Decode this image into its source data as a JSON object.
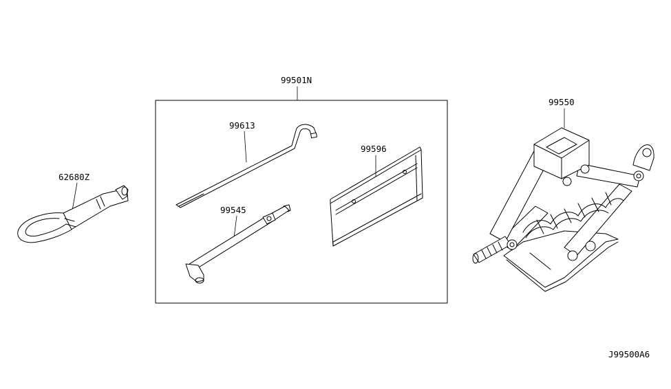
{
  "labels": {
    "tow_hook": "62680Z",
    "kit": "99501N",
    "jack_handle": "99613",
    "wheel_wrench": "99545",
    "tool_bag": "99596",
    "jack": "99550",
    "diagram_code": "J99500A6"
  },
  "parts": [
    {
      "id": "62680Z",
      "icon": "tow-hook-icon"
    },
    {
      "id": "99501N",
      "icon": "tool-kit-box"
    },
    {
      "id": "99613",
      "icon": "jack-handle-icon"
    },
    {
      "id": "99545",
      "icon": "wheel-wrench-icon"
    },
    {
      "id": "99596",
      "icon": "tool-bag-icon"
    },
    {
      "id": "99550",
      "icon": "scissor-jack-icon"
    }
  ]
}
